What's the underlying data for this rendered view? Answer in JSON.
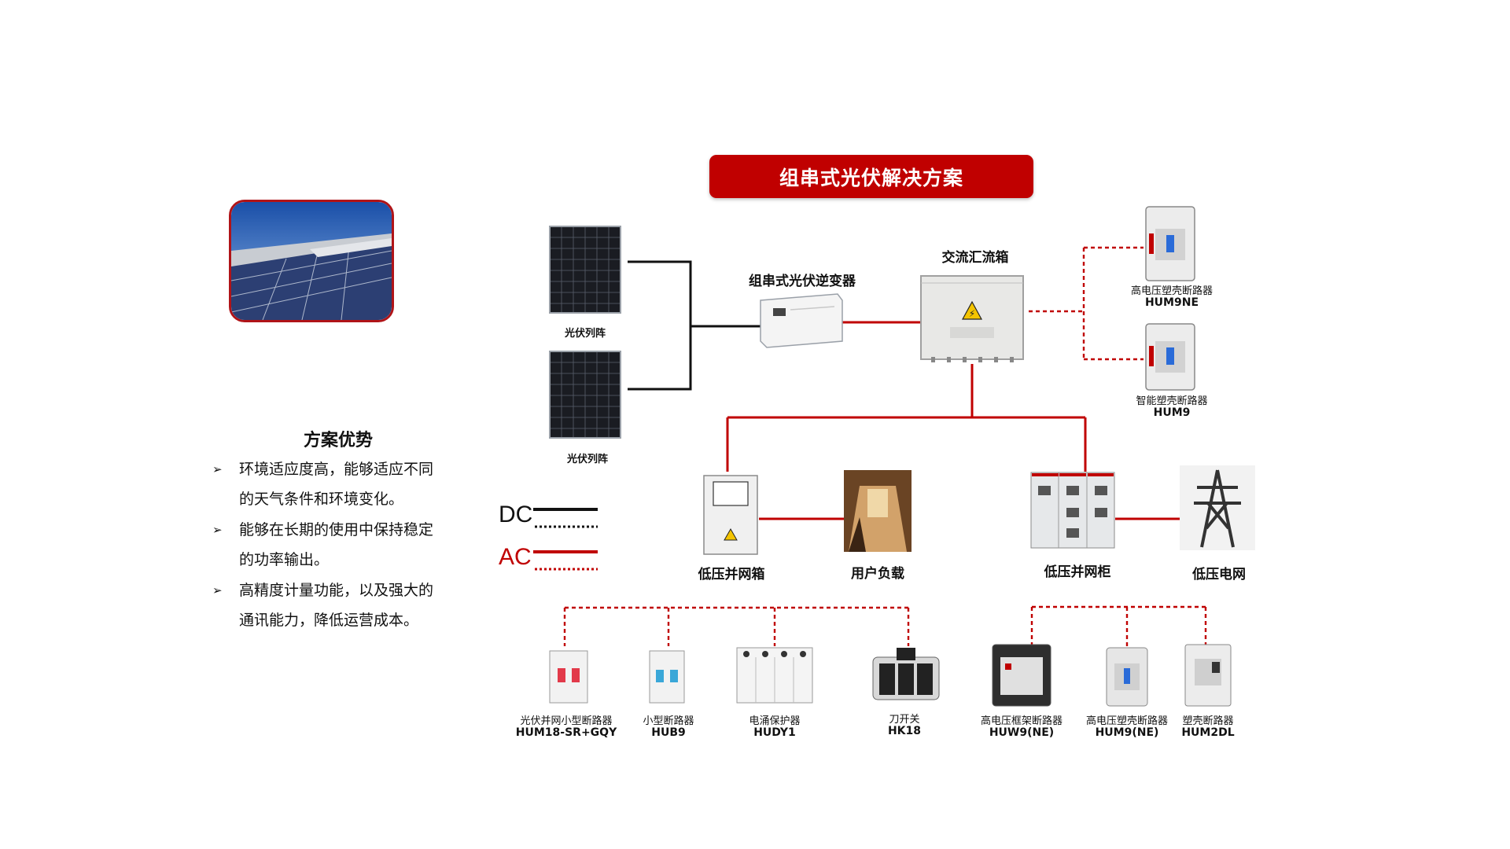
{
  "title": "组串式光伏解决方案",
  "advantages": {
    "heading": "方案优势",
    "items": [
      "环境适应度高，能够适应不同的天气条件和环境变化。",
      "能够在长期的使用中保持稳定的功率输出。",
      "高精度计量功能，以及强大的通讯能力，降低运营成本。"
    ]
  },
  "legend": {
    "dc": "DC",
    "ac": "AC"
  },
  "nodes": {
    "pv_array_1": "光伏列阵",
    "pv_array_2": "光伏列阵",
    "inverter": "组串式光伏逆变器",
    "ac_combiner": "交流汇流箱",
    "lv_grid_box": "低压并网箱",
    "user_load": "用户负载",
    "lv_grid_cabinet": "低压并网柜",
    "lv_grid": "低压电网"
  },
  "breakers_top": [
    {
      "name": "高电压塑壳断路器",
      "model": "HUM9NE"
    },
    {
      "name": "智能塑壳断路器",
      "model": "HUM9"
    }
  ],
  "breakers_left": [
    {
      "name": "光伏并网小型断路器",
      "model": "HUM18-SR+GQY"
    },
    {
      "name": "小型断路器",
      "model": "HUB9"
    },
    {
      "name": "电涌保护器",
      "model": "HUDY1"
    },
    {
      "name": "刀开关",
      "model": "HK18"
    }
  ],
  "breakers_right": [
    {
      "name": "高电压框架断路器",
      "model": "HUW9(NE)"
    },
    {
      "name": "高电压塑壳断路器",
      "model": "HUM9(NE)"
    },
    {
      "name": "塑壳断路器",
      "model": "HUM2DL"
    }
  ],
  "colors": {
    "accent": "#c00000",
    "dc_line": "#000000",
    "ac_line": "#c00000"
  }
}
